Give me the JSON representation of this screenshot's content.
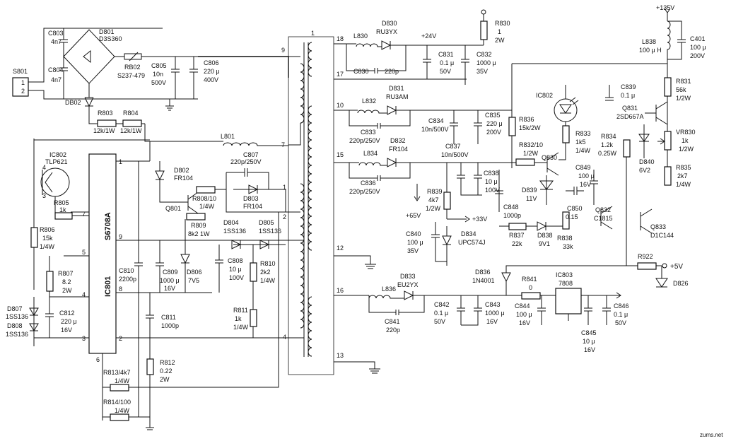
{
  "watermark": "zums.net",
  "ic801": {
    "ref": "IC801",
    "part": "S6708A",
    "pins": [
      "1",
      "2",
      "3",
      "4",
      "5",
      "6",
      "7",
      "8",
      "9"
    ]
  },
  "transformer_pins": {
    "p1": "1",
    "p2": "2",
    "p4": "4",
    "p7": "7",
    "p9": "9",
    "p10": "10",
    "p12": "12",
    "p13": "13",
    "p15": "15",
    "p16": "16",
    "p17": "17",
    "p18": "18"
  },
  "rails": {
    "v24": "+24V",
    "v135": "+135V",
    "v65": "+65V",
    "v33": "+33V",
    "v5": "+5V"
  },
  "labels": {
    "S801": "S801",
    "S801_1": "1",
    "S801_2": "2",
    "C803": "C803",
    "C803v": "4n7",
    "C804": "C804",
    "C804v": "4n7",
    "D801": "D801",
    "D801v": "D3S360",
    "RB02": "RB02",
    "RB02v": "S237-479",
    "C805": "C805",
    "C805v1": "10n",
    "C805v2": "500V",
    "C806": "C806",
    "C806v1": "220 μ",
    "C806v2": "400V",
    "DB02": "DB02",
    "R803": "R803",
    "R803v": "12k/1W",
    "R804": "R804",
    "R804v": "12k/1W",
    "IC802": "IC802",
    "IC802v": "TLP621",
    "IC802_4": "4",
    "IC802_3": "3",
    "R805": "R805",
    "R805v": "1k",
    "R806": "R806",
    "R806v1": "15k",
    "R806v2": "1/4W",
    "R807": "R807",
    "R807v1": "8.2",
    "R807v2": "2W",
    "D807": "D807",
    "D807v": "1SS136",
    "D808": "D808",
    "D808v": "1SS136",
    "C812": "C812",
    "C812v1": "220 μ",
    "C812v2": "16V",
    "L801": "L801",
    "C807": "C807",
    "C807v": "220p/250V",
    "D802": "D802",
    "D802v": "FR104",
    "D803": "D803",
    "D803v": "FR104",
    "Q801": "Q801",
    "R808": "R808/10",
    "R808v": "1/4W",
    "R809": "R809",
    "R809v": "8k2 1W",
    "D804": "D804",
    "D804v": "1SS136",
    "D805": "D805",
    "D805v": "1SS136",
    "C810": "C810",
    "C810v": "2200p",
    "C809": "C809",
    "C809v1": "1000 μ",
    "C809v2": "16V",
    "D806": "D806",
    "D806v": "7V5",
    "C808": "C808",
    "C808v1": "10 μ",
    "C808v2": "100V",
    "R810": "R810",
    "R810v1": "2k2",
    "R810v2": "1/4W",
    "C811": "C811",
    "C811v": "1000p",
    "R811": "R811",
    "R811v1": "1k",
    "R811v2": "1/4W",
    "R812": "R812",
    "R812v1": "0.22",
    "R812v2": "2W",
    "R813": "R813/4k7",
    "R813v": "1/4W",
    "R814": "R814/100",
    "R814v": "1/4W",
    "L830": "L830",
    "D830": "D830",
    "D830v": "RU3YX",
    "C830": "C830",
    "C830v": "220p",
    "C831": "C831",
    "C831v1": "0.1 μ",
    "C831v2": "50V",
    "C832": "C832",
    "C832v1": "1000 μ",
    "C832v2": "35V",
    "R830": "R830",
    "R830v1": "1",
    "R830v2": "2W",
    "L832": "L832",
    "D831": "D831",
    "D831v": "RU3AM",
    "C833": "C833",
    "C833v": "220p/250V",
    "C834": "C834",
    "C834v": "10n/500V",
    "C835": "C835",
    "C835v1": "220 μ",
    "C835v2": "200V",
    "R836": "R836",
    "R836v": "15k/2W",
    "L834": "L834",
    "D832": "D832",
    "D832v": "FR104",
    "C836": "C836",
    "C836v": "220p/250V",
    "C837": "C837",
    "C837v": "10n/500V",
    "C838": "C838",
    "C838v1": "10 μ",
    "C838v2": "100V",
    "R839": "R839",
    "R839v1": "4k7",
    "R839v2": "1/2W",
    "C840": "C840",
    "C840v1": "100 μ",
    "C840v2": "35V",
    "D834": "D834",
    "D834v": "UPC574J",
    "R832": "R832/10",
    "R832v": "1/2W",
    "Q830": "Q830",
    "D839": "D839",
    "D839v": "11V",
    "C848": "C848",
    "C848v": "1000p",
    "R837": "R837",
    "R837v": "22k",
    "D838": "D838",
    "D838v": "9V1",
    "R838": "R838",
    "R838v": "33k",
    "IC8022": "IC802",
    "R833": "R833",
    "R833v1": "1k5",
    "R833v2": "1/4W",
    "C839": "C839",
    "C839v": "0.1 μ",
    "Q831": "Q831",
    "Q831v": "2SD667A",
    "R834": "R834",
    "R834v1": "1.2k",
    "R834v2": "0.25W",
    "D840": "D840",
    "D840v": "6V2",
    "C849": "C849",
    "C849v1": "100 μ",
    "C849v2": "16V",
    "C850": "C850",
    "C850v": "0.15",
    "Q832": "Q832",
    "Q832v": "C1815",
    "Q833": "Q833",
    "Q833v": "D1C144",
    "L838": "L838",
    "L838v": "100 μ H",
    "C401": "C401",
    "C401v1": "100 μ",
    "C401v2": "200V",
    "R831": "R831",
    "R831v1": "56k",
    "R831v2": "1/2W",
    "VR830": "VR830",
    "VR830v1": "1k",
    "VR830v2": "1/2W",
    "R835": "R835",
    "R835v1": "2k7",
    "R835v2": "1/4W",
    "R922": "R922",
    "D826": "D826",
    "L836": "L836",
    "D833": "D833",
    "D833v": "EU2YX",
    "C841": "C841",
    "C841v": "220p",
    "C842": "C842",
    "C842v1": "0.1 μ",
    "C842v2": "50V",
    "C843": "C843",
    "C843v1": "1000 μ",
    "C843v2": "16V",
    "D836": "D836",
    "D836v": "1N4001",
    "R841": "R841",
    "R841v": "0",
    "C844": "C844",
    "C844v1": "100 μ",
    "C844v2": "16V",
    "IC803": "IC803",
    "IC803v": "7808",
    "C845": "C845",
    "C845v1": "10 μ",
    "C845v2": "16V",
    "C846": "C846",
    "C846v1": "0.1 μ",
    "C846v2": "50V"
  }
}
